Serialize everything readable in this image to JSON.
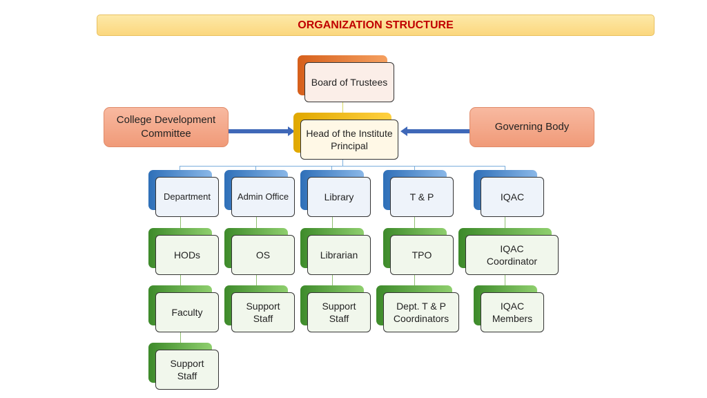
{
  "title": "ORGANIZATION STRUCTURE",
  "nodes": {
    "board": "Board of Trustees",
    "head": "Head of the Institute Principal",
    "cdc": "College Development Committee",
    "governing": "Governing Body",
    "department": "Department",
    "admin": "Admin Office",
    "library": "Library",
    "tp": "T & P",
    "iqac": "IQAC",
    "hods": "HODs",
    "faculty": "Faculty",
    "dept_support": "Support Staff",
    "os": "OS",
    "admin_support": "Support Staff",
    "librarian": "Librarian",
    "library_support": "Support Staff",
    "tpo": "TPO",
    "tp_coordinators": "Dept. T & P Coordinators",
    "iqac_coordinator": "IQAC Coordinator",
    "iqac_members": "IQAC Members"
  },
  "colors": {
    "title": "#c00000",
    "arrow": "#3f68b8"
  }
}
